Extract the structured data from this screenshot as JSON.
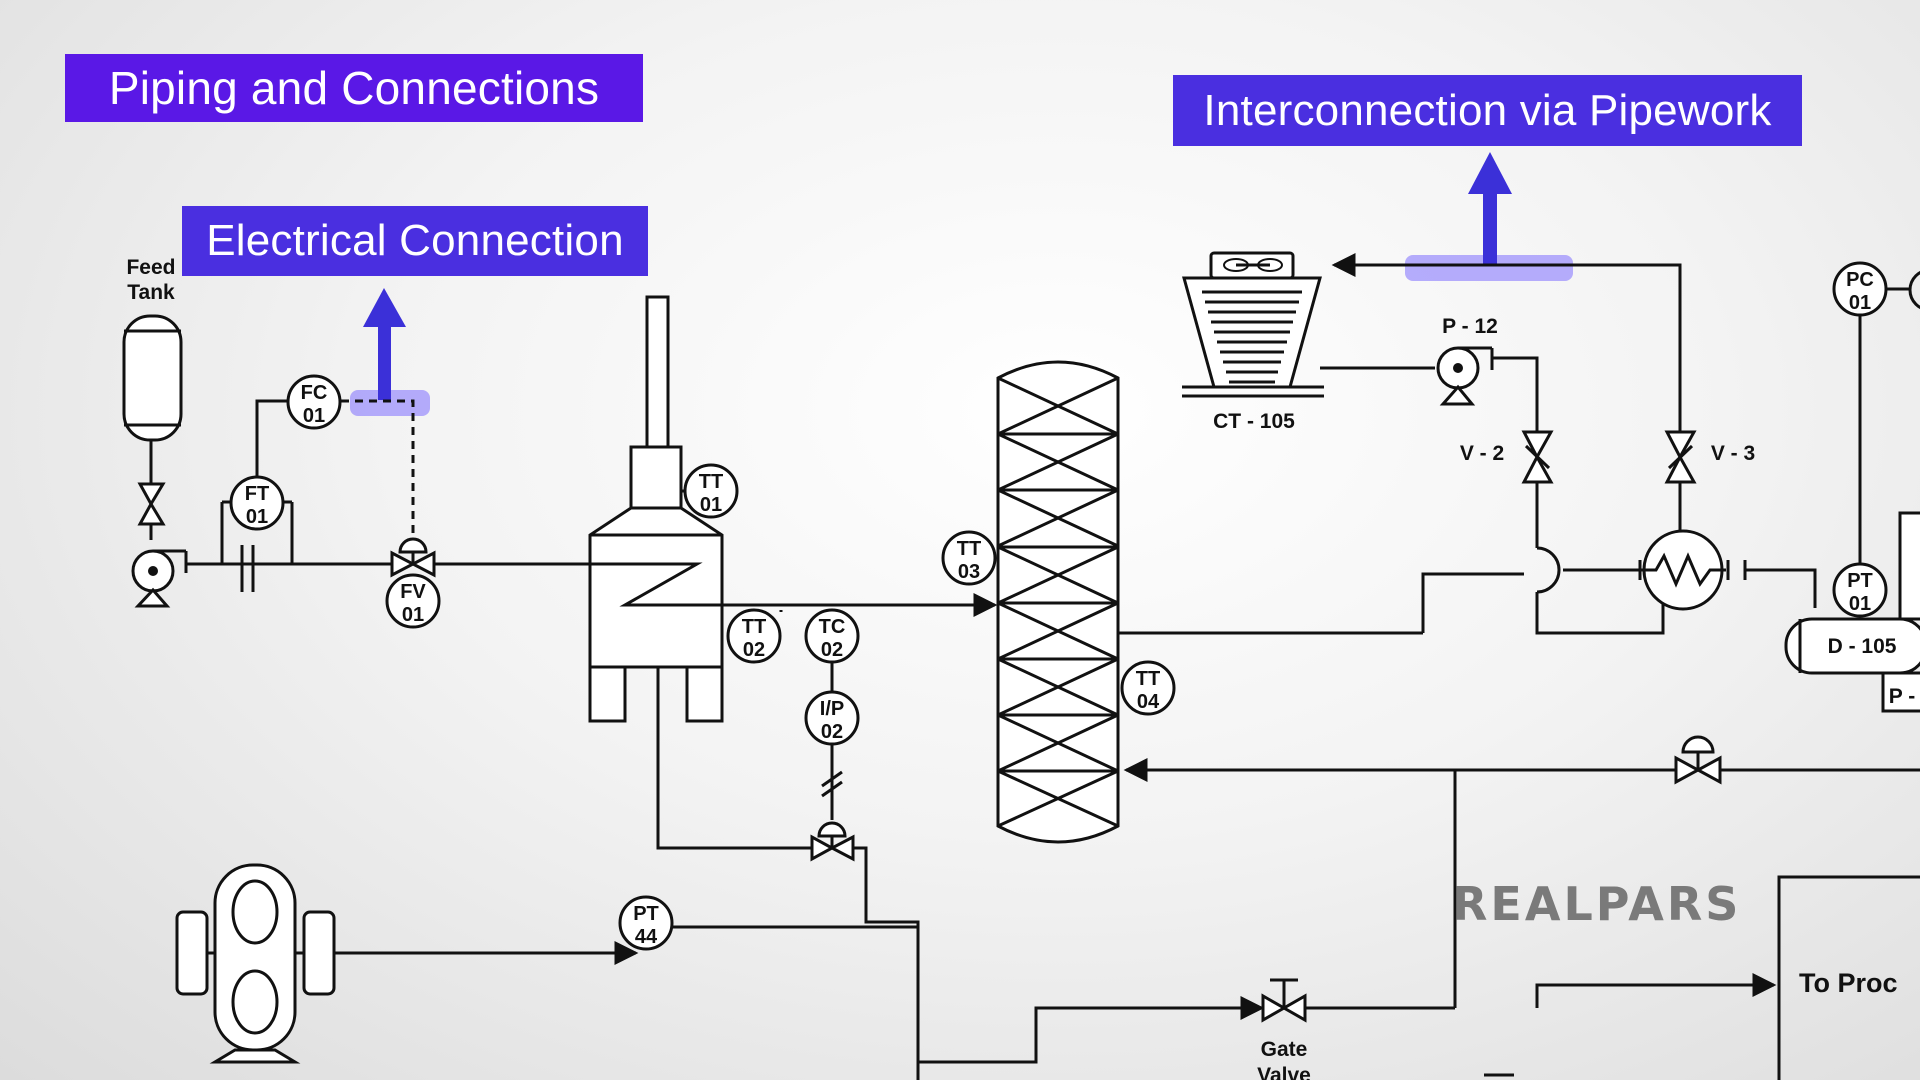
{
  "callouts": {
    "piping": "Piping and Connections",
    "electrical": "Electrical Connection",
    "interconnection": "Interconnection via Pipework"
  },
  "equipment": {
    "feed_tank": [
      "Feed",
      "Tank"
    ],
    "cooling_tower": "CT - 105",
    "pump_p12": "P - 12",
    "valve_v2": "V - 2",
    "valve_v3": "V - 3",
    "drum": "D - 105",
    "partial_pump": "P -",
    "gate_valve": [
      "Gate",
      "Valve"
    ],
    "to_process": "To Proc"
  },
  "instruments": {
    "fc01": [
      "FC",
      "01"
    ],
    "ft01": [
      "FT",
      "01"
    ],
    "fv01": [
      "FV",
      "01"
    ],
    "tt01": [
      "TT",
      "01"
    ],
    "tt02": [
      "TT",
      "02"
    ],
    "tc02": [
      "TC",
      "02"
    ],
    "ip02": [
      "I/P",
      "02"
    ],
    "tt03": [
      "TT",
      "03"
    ],
    "tt04": [
      "TT",
      "04"
    ],
    "pt44": [
      "PT",
      "44"
    ],
    "pc01": [
      "PC",
      "01"
    ],
    "pt01": [
      "PT",
      "01"
    ]
  },
  "watermark": "REALPARS",
  "colors": {
    "callout_bg": "#4a2fe0",
    "arrow": "#3b30d8",
    "line": "#111111",
    "background": "#eeeeee"
  }
}
